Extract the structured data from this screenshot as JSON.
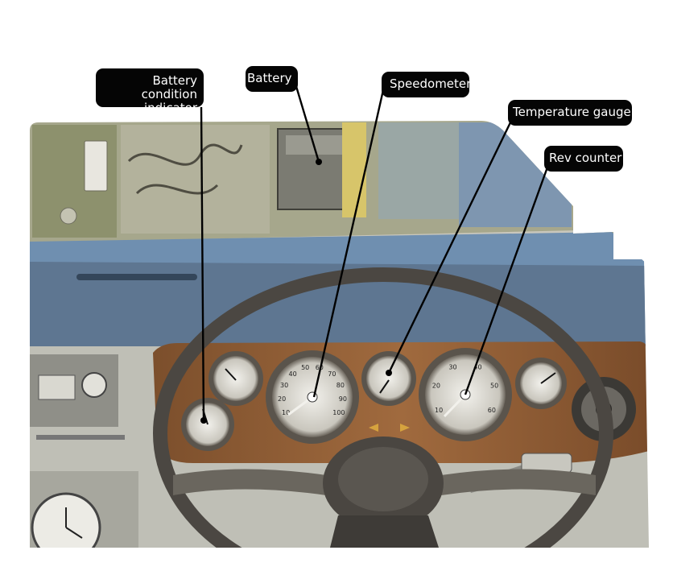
{
  "labels": {
    "battery_condition_indicator": "Battery condition\nindicator",
    "battery": "Battery",
    "speedometer": "Speedometer",
    "temperature_gauge": "Temperature gauge",
    "rev_counter": "Rev counter"
  },
  "gauges": {
    "speedometer_ticks": [
      "10",
      "20",
      "30",
      "40",
      "50",
      "60",
      "70",
      "80",
      "90",
      "100"
    ],
    "rev_counter_ticks": [
      "10",
      "20",
      "30",
      "40",
      "50",
      "60"
    ]
  },
  "colors": {
    "label_background": "#050505",
    "label_text": "#ffffff",
    "wood_panel": "#8a5a34",
    "windscreen": "#6f8fb0",
    "dashboard_top": "#5e7691",
    "steering_wheel": "#4b4742"
  }
}
